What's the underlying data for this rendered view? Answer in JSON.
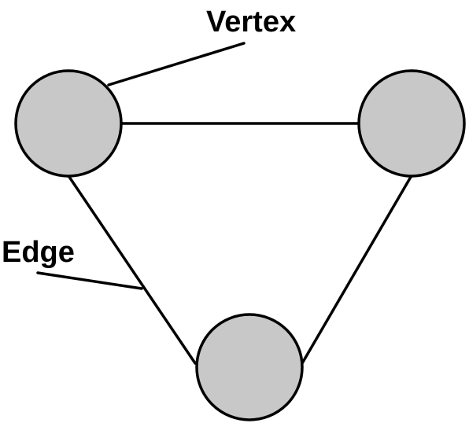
{
  "labels": {
    "vertex": "Vertex",
    "edge": "Edge"
  },
  "colors": {
    "vertex_fill": "#c8c8c8",
    "stroke": "#000000",
    "background": "#ffffff"
  },
  "graph": {
    "vertex_count": 3,
    "edge_count": 3
  }
}
